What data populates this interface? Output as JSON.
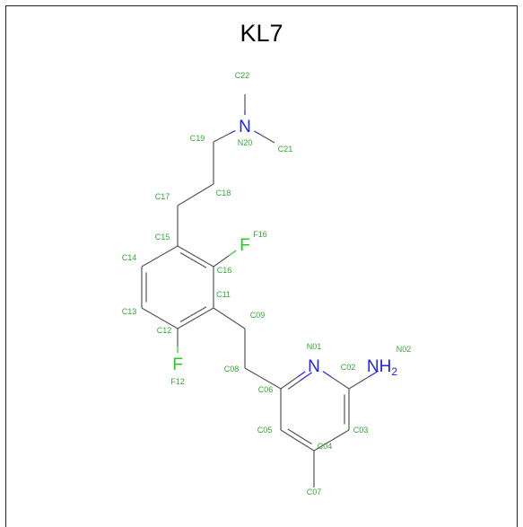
{
  "title": "KL7",
  "colors": {
    "carbon": "#555555",
    "nitrogen": "#2222ee",
    "fluorine": "#22cc22",
    "label": "#33a833"
  },
  "atoms": [
    {
      "id": "C22",
      "label": "C22",
      "element": "C"
    },
    {
      "id": "N20",
      "label": "N20",
      "element": "N",
      "symbol": "N"
    },
    {
      "id": "C21",
      "label": "C21",
      "element": "C"
    },
    {
      "id": "C19",
      "label": "C19",
      "element": "C"
    },
    {
      "id": "C18",
      "label": "C18",
      "element": "C"
    },
    {
      "id": "C17",
      "label": "C17",
      "element": "C"
    },
    {
      "id": "C15",
      "label": "C15",
      "element": "C"
    },
    {
      "id": "C16",
      "label": "C16",
      "element": "C"
    },
    {
      "id": "F16",
      "label": "F16",
      "element": "F",
      "symbol": "F"
    },
    {
      "id": "C14",
      "label": "C14",
      "element": "C"
    },
    {
      "id": "C13",
      "label": "C13",
      "element": "C"
    },
    {
      "id": "C12",
      "label": "C12",
      "element": "C"
    },
    {
      "id": "F12",
      "label": "F12",
      "element": "F",
      "symbol": "F"
    },
    {
      "id": "C11",
      "label": "C11",
      "element": "C"
    },
    {
      "id": "C09",
      "label": "C09",
      "element": "C"
    },
    {
      "id": "C08",
      "label": "C08",
      "element": "C"
    },
    {
      "id": "C06",
      "label": "C06",
      "element": "C"
    },
    {
      "id": "N01",
      "label": "N01",
      "element": "N",
      "symbol": "N"
    },
    {
      "id": "C02",
      "label": "C02",
      "element": "C"
    },
    {
      "id": "N02",
      "label": "N02",
      "element": "N",
      "symbol": "NH2"
    },
    {
      "id": "C03",
      "label": "C03",
      "element": "C"
    },
    {
      "id": "C04",
      "label": "C04",
      "element": "C"
    },
    {
      "id": "C05",
      "label": "C05",
      "element": "C"
    },
    {
      "id": "C07",
      "label": "C07",
      "element": "C"
    }
  ],
  "bonds": [
    {
      "a": "C22",
      "b": "N20",
      "order": 1
    },
    {
      "a": "N20",
      "b": "C21",
      "order": 1
    },
    {
      "a": "N20",
      "b": "C19",
      "order": 1
    },
    {
      "a": "C19",
      "b": "C18",
      "order": 1
    },
    {
      "a": "C18",
      "b": "C17",
      "order": 1
    },
    {
      "a": "C17",
      "b": "C15",
      "order": 1
    },
    {
      "a": "C15",
      "b": "C16",
      "order": 2
    },
    {
      "a": "C16",
      "b": "F16",
      "order": 1
    },
    {
      "a": "C16",
      "b": "C11",
      "order": 1
    },
    {
      "a": "C15",
      "b": "C14",
      "order": 1
    },
    {
      "a": "C14",
      "b": "C13",
      "order": 2
    },
    {
      "a": "C13",
      "b": "C12",
      "order": 1
    },
    {
      "a": "C12",
      "b": "C11",
      "order": 2
    },
    {
      "a": "C12",
      "b": "F12",
      "order": 1
    },
    {
      "a": "C11",
      "b": "C09",
      "order": 1
    },
    {
      "a": "C09",
      "b": "C08",
      "order": 1
    },
    {
      "a": "C08",
      "b": "C06",
      "order": 1
    },
    {
      "a": "C06",
      "b": "N01",
      "order": 2
    },
    {
      "a": "N01",
      "b": "C02",
      "order": 1
    },
    {
      "a": "C02",
      "b": "N02",
      "order": 1
    },
    {
      "a": "C02",
      "b": "C03",
      "order": 2
    },
    {
      "a": "C03",
      "b": "C04",
      "order": 1
    },
    {
      "a": "C04",
      "b": "C05",
      "order": 2
    },
    {
      "a": "C05",
      "b": "C06",
      "order": 1
    },
    {
      "a": "C04",
      "b": "C07",
      "order": 1
    }
  ]
}
